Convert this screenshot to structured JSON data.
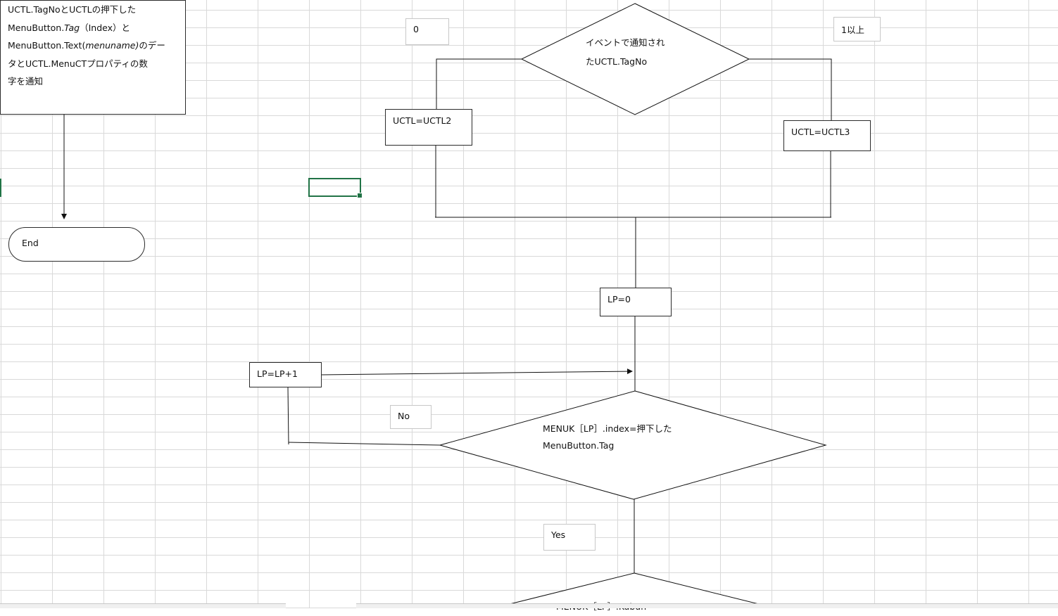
{
  "note_box": {
    "line1": "UCTL.TagNoとUCTLの押下した",
    "line2a": "MenuButton.",
    "line2b": "Tag",
    "line2c": "（Index）と",
    "line3a": "MenuButton.Text(",
    "line3b": "menuname)",
    "line3c": "のデー",
    "line4": "タとUCTL.MenuCTプロパティの数",
    "line5": "字を通知"
  },
  "end_terminal": "End",
  "decision_tagno": {
    "line1": "イベントで通知され",
    "line2": "たUCTL.TagNo"
  },
  "branch_labels": {
    "zero": "0",
    "one_or_more": "1以上",
    "no": "No",
    "yes": "Yes"
  },
  "process": {
    "uctl2": "UCTL=UCTL2",
    "uctl3": "UCTL=UCTL3",
    "lp_init": "LP=0",
    "lp_increment": "LP=LP+1"
  },
  "decision_index": {
    "line1": "MENUK［LP］.index=押下した",
    "line2": "MenuButton.Tag"
  },
  "decision_kubun_partial": "MENUK［LP］.Kubun"
}
